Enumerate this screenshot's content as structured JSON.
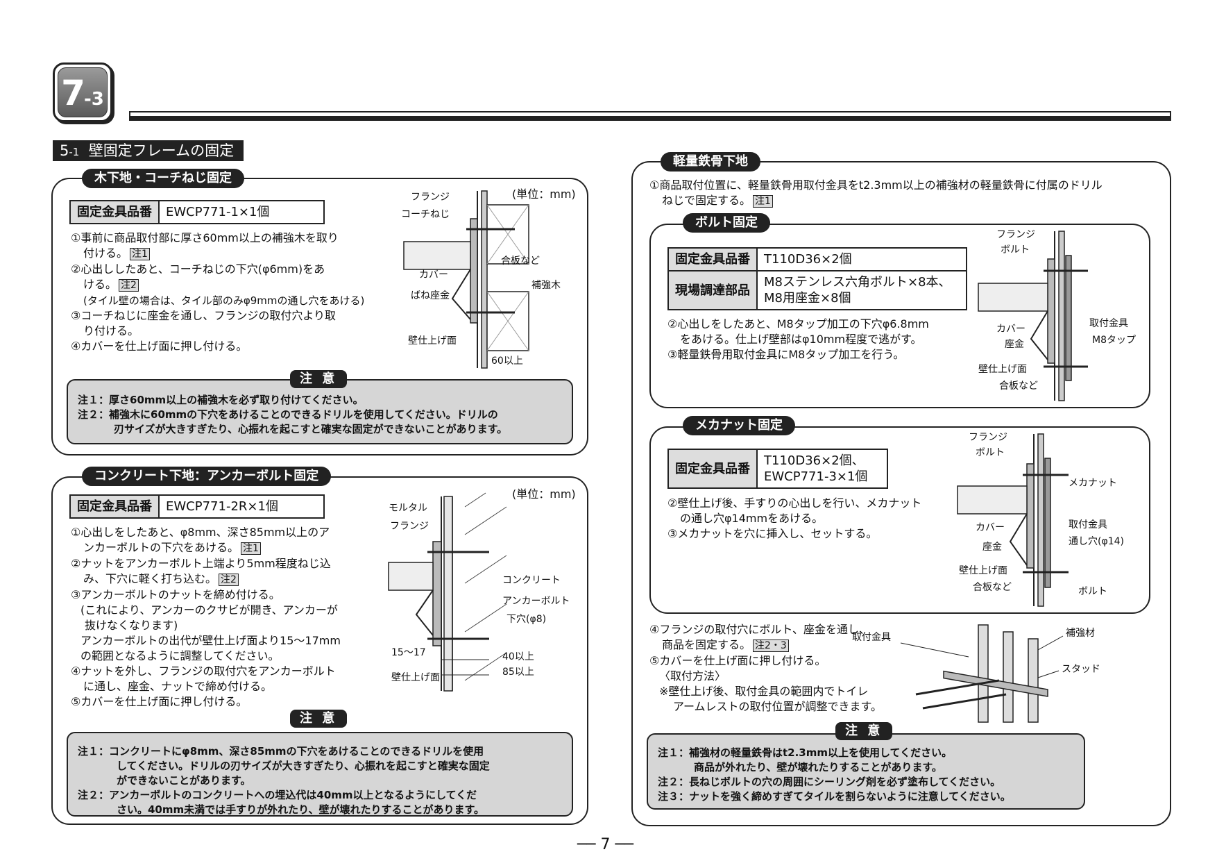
{
  "badge": {
    "number": "7",
    "sub": "-3"
  },
  "section": {
    "num": "5",
    "sub": "-1",
    "title": "壁固定フレームの固定"
  },
  "wood": {
    "title": "木下地・コーチねじ固定",
    "table": {
      "label": "固定金具品番",
      "value": "EWCP771-1×1個"
    },
    "steps": [
      "①事前に商品取付部に厚さ60mm以上の補強木を取り",
      "付ける。",
      "②心出ししたあと、コーチねじの下穴(φ6mm)をあ",
      "ける。",
      "(タイル壁の場合は、タイル部のみφ9mmの通し穴をあける)",
      "③コーチねじに座金を通し、フランジの取付穴より取",
      "り付ける。",
      "④カバーを仕上げ面に押し付ける。"
    ],
    "notes": [
      "注1",
      "注2"
    ],
    "unit": "(単位：mm)",
    "figure": [
      "フランジ",
      "コーチねじ",
      "合板など",
      "カバー",
      "補強木",
      "ばね座金",
      "壁仕上げ面",
      "60以上"
    ],
    "caution_title": "注 意",
    "caution": [
      "注１：厚さ60mm以上の補強木を必ず取り付けてください。",
      "注２：補強木に60mmの下穴をあけることのできるドリルを使用してください。ドリルの",
      "刃サイズが大きすぎたり、心振れを起こすと確実な固定ができないことがあります。"
    ]
  },
  "concrete": {
    "title": "コンクリート下地：アンカーボルト固定",
    "table": {
      "label": "固定金具品番",
      "value": "EWCP771-2R×1個"
    },
    "steps": [
      "①心出しをしたあと、φ8mm、深さ85mm以上のア",
      "ンカーボルトの下穴をあける。",
      "②ナットをアンカーボルト上端より5mm程度ねじ込",
      "み、下穴に軽く打ち込む。",
      "③アンカーボルトのナットを締め付ける。",
      "(これにより、アンカーのクサビが開き、アンカーが",
      "抜けなくなります)",
      "アンカーボルトの出代が壁仕上げ面より15～17mm",
      "の範囲となるように調整してください。",
      "④ナットを外し、フランジの取付穴をアンカーボルト",
      "に通し、座金、ナットで締め付ける。",
      "⑤カバーを仕上げ面に押し付ける。"
    ],
    "notes": [
      "注1",
      "注2"
    ],
    "unit": "(単位：mm)",
    "figure": [
      "モルタル",
      "フランジ",
      "コンクリート",
      "アンカーボルト",
      "下穴(φ8)",
      "15～17",
      "40以上",
      "85以上",
      "壁仕上げ面"
    ],
    "caution_title": "注 意",
    "caution": [
      "注１：コンクリートにφ8mm、深さ85mmの下穴をあけることのできるドリルを使用",
      "してください。ドリルの刃サイズが大きすぎたり、心振れを起こすと確実な固定",
      "ができないことがあります。",
      "注２：アンカーボルトのコンクリートへの埋込代は40mm以上となるようにしてくだ",
      "さい。40mm未満では手すりが外れたり、壁が壊れたりすることがあります。"
    ]
  },
  "steel": {
    "title": "軽量鉄骨下地",
    "intro": [
      "①商品取付位置に、軽量鉄骨用取付金具をt2.3mm以上の補強材の軽量鉄骨に付属のドリル",
      "ねじで固定する。"
    ],
    "intro_note": "注1",
    "bolt": {
      "title": "ボルト固定",
      "table": [
        {
          "label": "固定金具品番",
          "value": "T110D36×2個"
        },
        {
          "label": "現場調達部品",
          "value": "M8ステンレス六角ボルト×8本、",
          "value2": "M8用座金×8個"
        }
      ],
      "steps": [
        "②心出しをしたあと、M8タップ加工の下穴φ6.8mm",
        "をあける。仕上げ壁部はφ10mm程度で逃がす。",
        "③軽量鉄骨用取付金具にM8タップ加工を行う。"
      ],
      "figure": [
        "フランジ",
        "ボルト",
        "カバー",
        "取付金具",
        "座金",
        "M8タップ",
        "壁仕上げ面",
        "合板など"
      ]
    },
    "mekanut": {
      "title": "メカナット固定",
      "table": {
        "label": "固定金具品番",
        "value": "T110D36×2個、",
        "value2": "EWCP771-3×1個"
      },
      "steps": [
        "②壁仕上げ後、手すりの心出しを行い、メカナット",
        "の通し穴φ14mmをあける。",
        "③メカナットを穴に挿入し、セットする。"
      ],
      "figure": [
        "フランジ",
        "ボルト",
        "メカナット",
        "取付金具",
        "カバー",
        "通し穴(φ14)",
        "座金",
        "壁仕上げ面",
        "合板など",
        "ボルト"
      ]
    },
    "steps_bottom": [
      "④フランジの取付穴にボルト、座金を通し、",
      "商品を固定する。",
      "⑤カバーを仕上げ面に押し付ける。",
      "〈取付方法〉",
      "※壁仕上げ後、取付金具の範囲内でトイレ",
      "アームレストの取付位置が調整できます。"
    ],
    "bottom_note": "注2・3",
    "figure": [
      "取付金具",
      "補強材",
      "スタッド"
    ],
    "caution_title": "注 意",
    "caution": [
      "注１：補強材の軽量鉄骨はt2.3mm以上を使用してください。",
      "商品が外れたり、壁が壊れたりすることがあります。",
      "注２：長ねじボルトの穴の周囲にシーリング剤を必ず塗布してください。",
      "注３：ナットを強く締めすぎてタイルを割らないように注意してください。"
    ]
  },
  "page_number": "7"
}
